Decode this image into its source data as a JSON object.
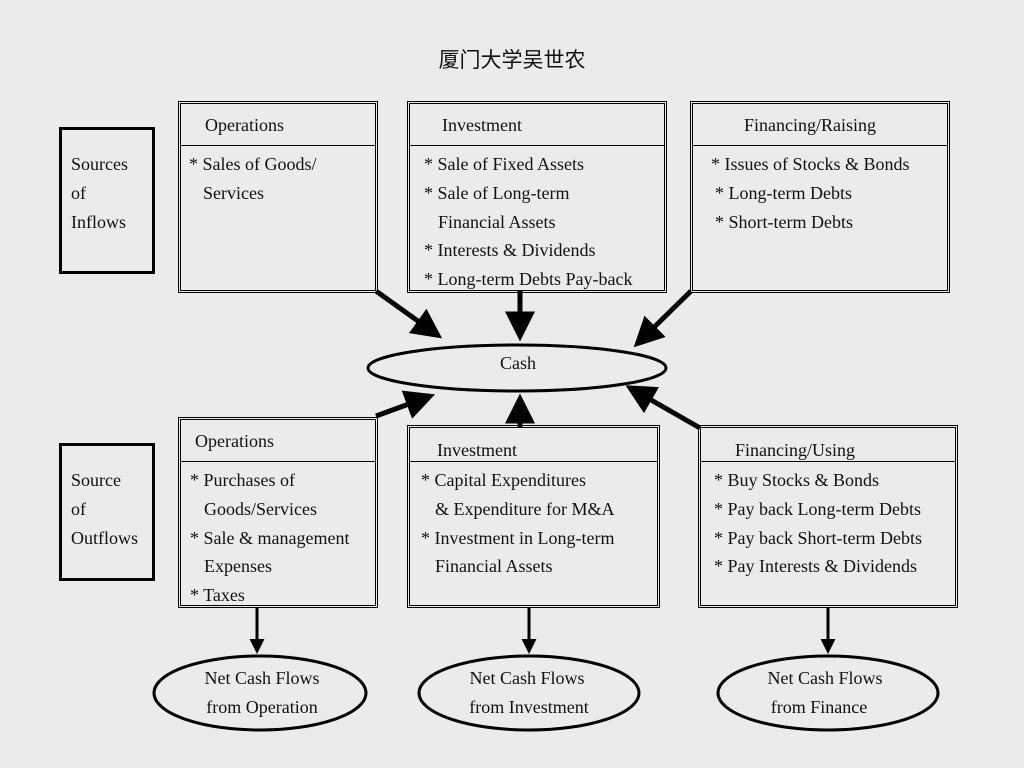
{
  "title": "厦门大学吴世农",
  "inflows": {
    "side_label": [
      "Sources",
      "of",
      "Inflows"
    ],
    "boxes": [
      {
        "header": "Operations",
        "items": [
          [
            "* Sales of Goods/",
            "Services"
          ]
        ]
      },
      {
        "header": "Investment",
        "items": [
          [
            "* Sale of Fixed Assets"
          ],
          [
            "* Sale of Long-term",
            "Financial Assets"
          ],
          [
            "* Interests & Dividends"
          ],
          [
            "* Long-term Debts Pay-back"
          ]
        ]
      },
      {
        "header": "Financing/Raising",
        "items": [
          [
            "* Issues of Stocks & Bonds"
          ],
          [
            "* Long-term Debts"
          ],
          [
            "* Short-term Debts"
          ]
        ]
      }
    ]
  },
  "cash": {
    "label": "Cash"
  },
  "outflows": {
    "side_label": [
      "Source",
      "of",
      "Outflows"
    ],
    "boxes": [
      {
        "header": "Operations",
        "items": [
          [
            "* Purchases of",
            "Goods/Services"
          ],
          [
            "* Sale & management",
            "Expenses"
          ],
          [
            "* Taxes"
          ]
        ]
      },
      {
        "header": "Investment",
        "items": [
          [
            "* Capital Expenditures",
            "& Expenditure for M&A"
          ],
          [
            "* Investment in Long-term",
            "Financial Assets"
          ]
        ]
      },
      {
        "header": "Financing/Using",
        "items": [
          [
            "* Buy Stocks & Bonds"
          ],
          [
            "* Pay back Long-term Debts"
          ],
          [
            "* Pay back Short-term Debts"
          ],
          [
            "* Pay Interests & Dividends"
          ]
        ]
      }
    ]
  },
  "net_flows": [
    {
      "line1": "Net Cash Flows",
      "line2": "from Operation"
    },
    {
      "line1": "Net Cash Flows",
      "line2": "from Investment"
    },
    {
      "line1": "Net Cash Flows",
      "line2": "from Finance"
    }
  ]
}
